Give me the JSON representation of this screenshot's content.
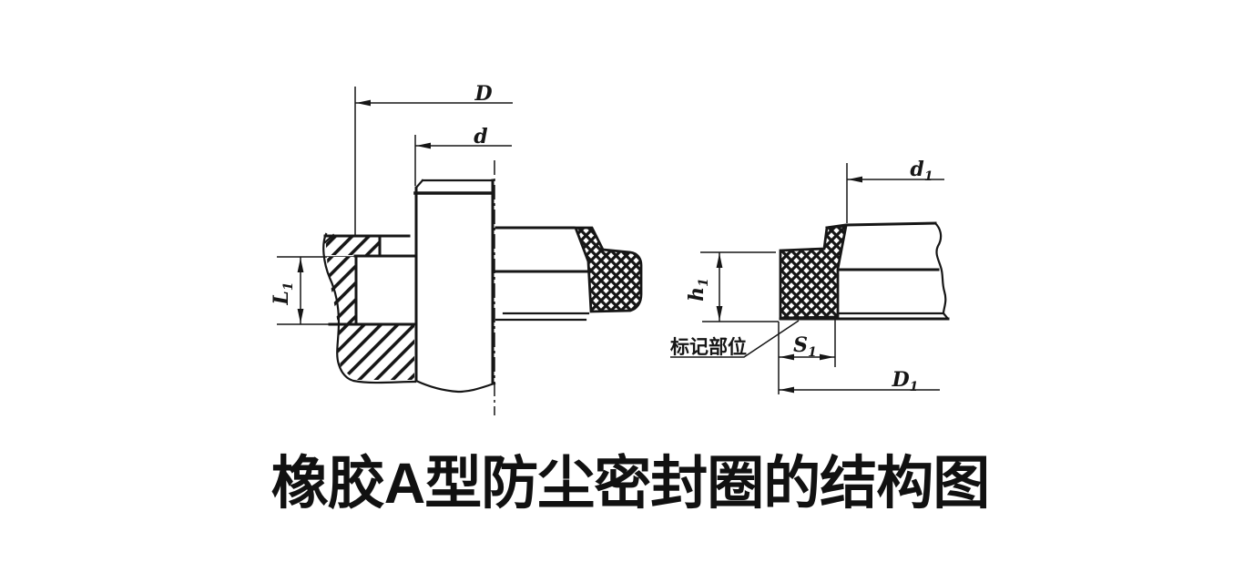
{
  "figure": {
    "title": "橡胶A型防尘密封圈的结构图",
    "ink_color": "#161616",
    "background_color": "#ffffff",
    "assembly_view": {
      "dim_bore_diameter": {
        "main": "D",
        "sub": ""
      },
      "dim_shaft_diameter": {
        "main": "d",
        "sub": ""
      },
      "dim_groove_depth": {
        "main": "L",
        "sub": "1"
      }
    },
    "seal_detail_view": {
      "dim_inner_diameter": {
        "main": "d",
        "sub": "1"
      },
      "dim_section_height": {
        "main": "h",
        "sub": "1"
      },
      "dim_section_width": {
        "main": "S",
        "sub": "1"
      },
      "dim_outer_diameter": {
        "main": "D",
        "sub": "1"
      },
      "marking_label": "标记部位"
    }
  }
}
